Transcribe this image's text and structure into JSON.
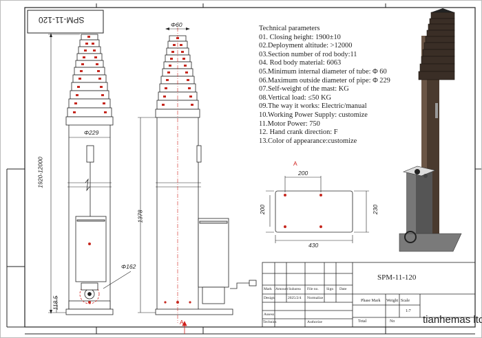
{
  "title_block": {
    "corner_code": "SPM-11-120",
    "drawing_number": "SPM-11-120",
    "company": "tianhemas ltd",
    "header_cells": [
      "Mark",
      "Amount",
      "Subarea",
      "File no.",
      "Sign",
      "Date"
    ],
    "row_design": [
      "Design",
      "2025/2/4",
      "Normalize"
    ],
    "row_assess": "Assess",
    "row_technics": "Technics",
    "row_authorize": "Authorize",
    "phase_mark": "Phase Mark",
    "weight": "Weight",
    "scale": "Scale",
    "scale_value": "1:7",
    "total": "Total",
    "no": "No"
  },
  "parameters": {
    "heading": "Technical parameters",
    "lines": [
      "01. Closing height: 1900±10",
      "02.Deployment altitude: >12000",
      "03.Section number of rod body:11",
      "04. Rod body material: 6063",
      "05.Minimum internal diameter of tube: Φ 60",
      "06.Maximum outside diameter of pipe: Φ 229",
      "07.Self-weight of the mast:        KG",
      "08.Vertical load: ≤50 KG",
      "09.The way it works: Electric/manual",
      "10.Working Power Supply: customize",
      "11.Motor Power: 750",
      "12. Hand crank direction: F",
      "13.Color of appearance:customize"
    ]
  },
  "dimensions": {
    "overall_height": "1920-12000",
    "tube_diameter_top": "Φ60",
    "tube_diameter_main": "Φ229",
    "base_circle": "Φ162",
    "base_height": "118.5",
    "side_height": "1378",
    "plate_width": "430",
    "plate_depth": "230",
    "hole_spacing_x": "200",
    "hole_spacing_y": "200",
    "section_label": "A"
  }
}
